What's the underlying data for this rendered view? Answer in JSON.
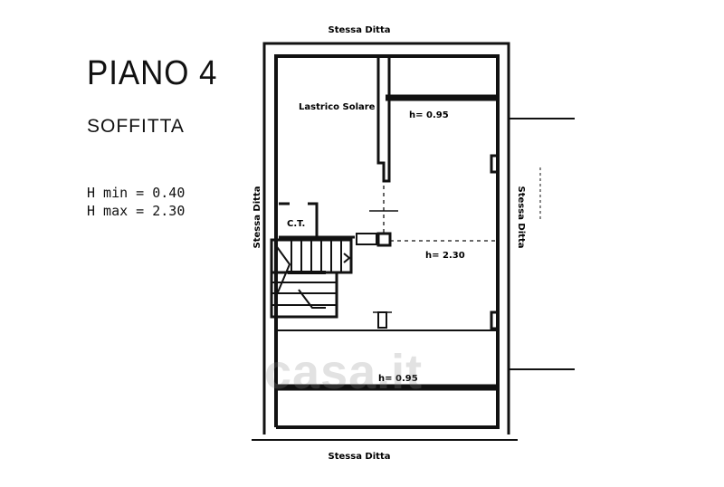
{
  "title": "PIANO 4",
  "subtitle": "SOFFITTA",
  "heights": {
    "h_min": "H min = 0.40",
    "h_max": "H max = 2.30"
  },
  "labels": {
    "north": "Stessa Ditta",
    "south": "Stessa Ditta",
    "west": "Stessa Ditta",
    "east": "Stessa Ditta",
    "lastrico": "Lastrico Solare",
    "h_top": "h= 0.95",
    "h_mid": "h= 2.30",
    "h_bottom": "h= 0.95",
    "ct": "C.T."
  },
  "watermark": "casa.it"
}
